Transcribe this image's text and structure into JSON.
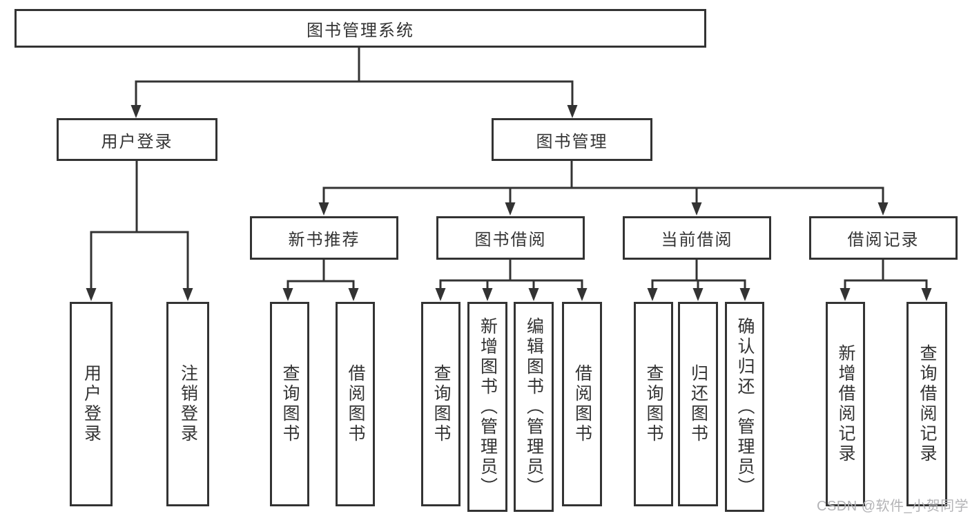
{
  "diagram": {
    "tree": {
      "root": {
        "label": "图书管理系统",
        "children": [
          {
            "label": "用户登录",
            "children": [
              {
                "label": "用户登录"
              },
              {
                "label": "注销登录"
              }
            ]
          },
          {
            "label": "图书管理",
            "children": [
              {
                "label": "新书推荐",
                "children": [
                  {
                    "label": "查询图书"
                  },
                  {
                    "label": "借阅图书"
                  }
                ]
              },
              {
                "label": "图书借阅",
                "children": [
                  {
                    "label": "查询图书"
                  },
                  {
                    "label": "新增图书（管理员）"
                  },
                  {
                    "label": "编辑图书（管理员）"
                  },
                  {
                    "label": "借阅图书"
                  }
                ]
              },
              {
                "label": "当前借阅",
                "children": [
                  {
                    "label": "查询图书"
                  },
                  {
                    "label": "归还图书"
                  },
                  {
                    "label": "确认归还（管理员）"
                  }
                ]
              },
              {
                "label": "借阅记录",
                "children": [
                  {
                    "label": "新增借阅记录"
                  },
                  {
                    "label": "查询借阅记录"
                  }
                ]
              }
            ]
          }
        ]
      }
    },
    "colors": {
      "line": "#333333",
      "text": "#333333",
      "background": "#ffffff",
      "watermark": "#b3b3b6"
    }
  },
  "watermark": {
    "text": "CSDN @软件_小贺同学"
  }
}
